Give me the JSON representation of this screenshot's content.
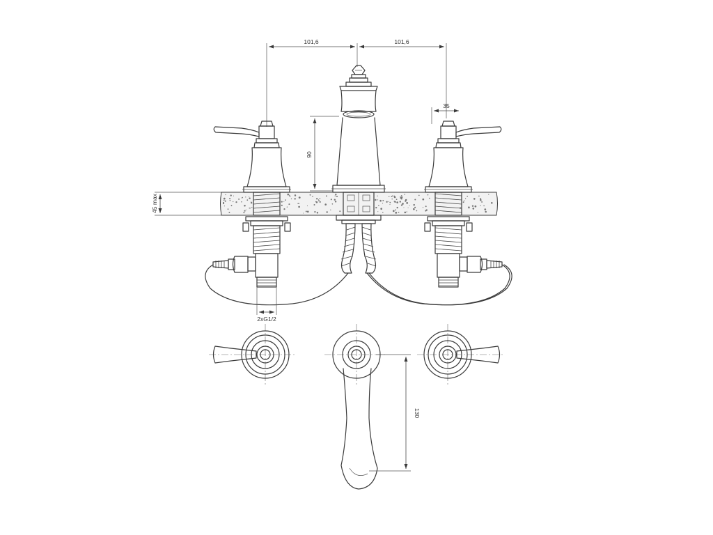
{
  "dimensions": {
    "left_spacing": "101,6",
    "right_spacing": "101,6",
    "handle_width": "35",
    "spout_height": "90",
    "countertop_max": "45 max",
    "connection": "2xG1/2",
    "spout_reach": "130"
  },
  "colors": {
    "line": "#3a3a3a",
    "background": "#ffffff",
    "countertop_fill": "#f2f2f2"
  }
}
